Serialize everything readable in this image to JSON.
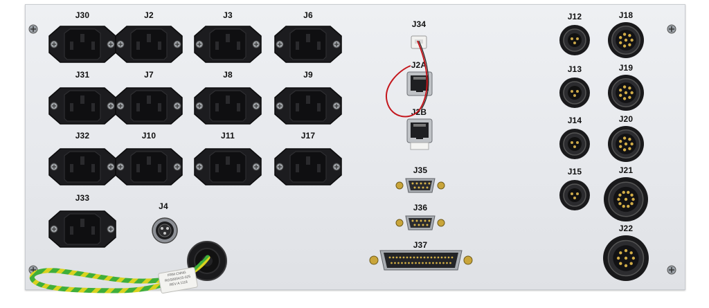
{
  "panel": {
    "outlets": [
      {
        "label": "J30"
      },
      {
        "label": "J2"
      },
      {
        "label": "J3"
      },
      {
        "label": "J6"
      },
      {
        "label": "J31"
      },
      {
        "label": "J7"
      },
      {
        "label": "J8"
      },
      {
        "label": "J9"
      },
      {
        "label": "J32"
      },
      {
        "label": "J10"
      },
      {
        "label": "J11"
      },
      {
        "label": "J17"
      },
      {
        "label": "J33"
      }
    ],
    "small_circular": [
      {
        "label": "J12"
      },
      {
        "label": "J13"
      },
      {
        "label": "J14"
      },
      {
        "label": "J15"
      }
    ],
    "large_circular": [
      {
        "label": "J18"
      },
      {
        "label": "J19"
      },
      {
        "label": "J20"
      },
      {
        "label": "J21"
      },
      {
        "label": "J22"
      }
    ],
    "center": {
      "j34": "J34",
      "j2a": "J2A",
      "j2b": "J2B",
      "j35": "J35",
      "j36": "J36",
      "j37": "J37"
    },
    "j4": "J4",
    "cable_tag": {
      "line1": "FRM CNNG",
      "line2": "RGS000415-025",
      "line3": "REV A  1118"
    },
    "colors": {
      "panel": "#e9ebee",
      "connector": "#1b1b1d",
      "cable_green": "#3fae3a",
      "cable_yellow": "#d9d21f"
    }
  }
}
